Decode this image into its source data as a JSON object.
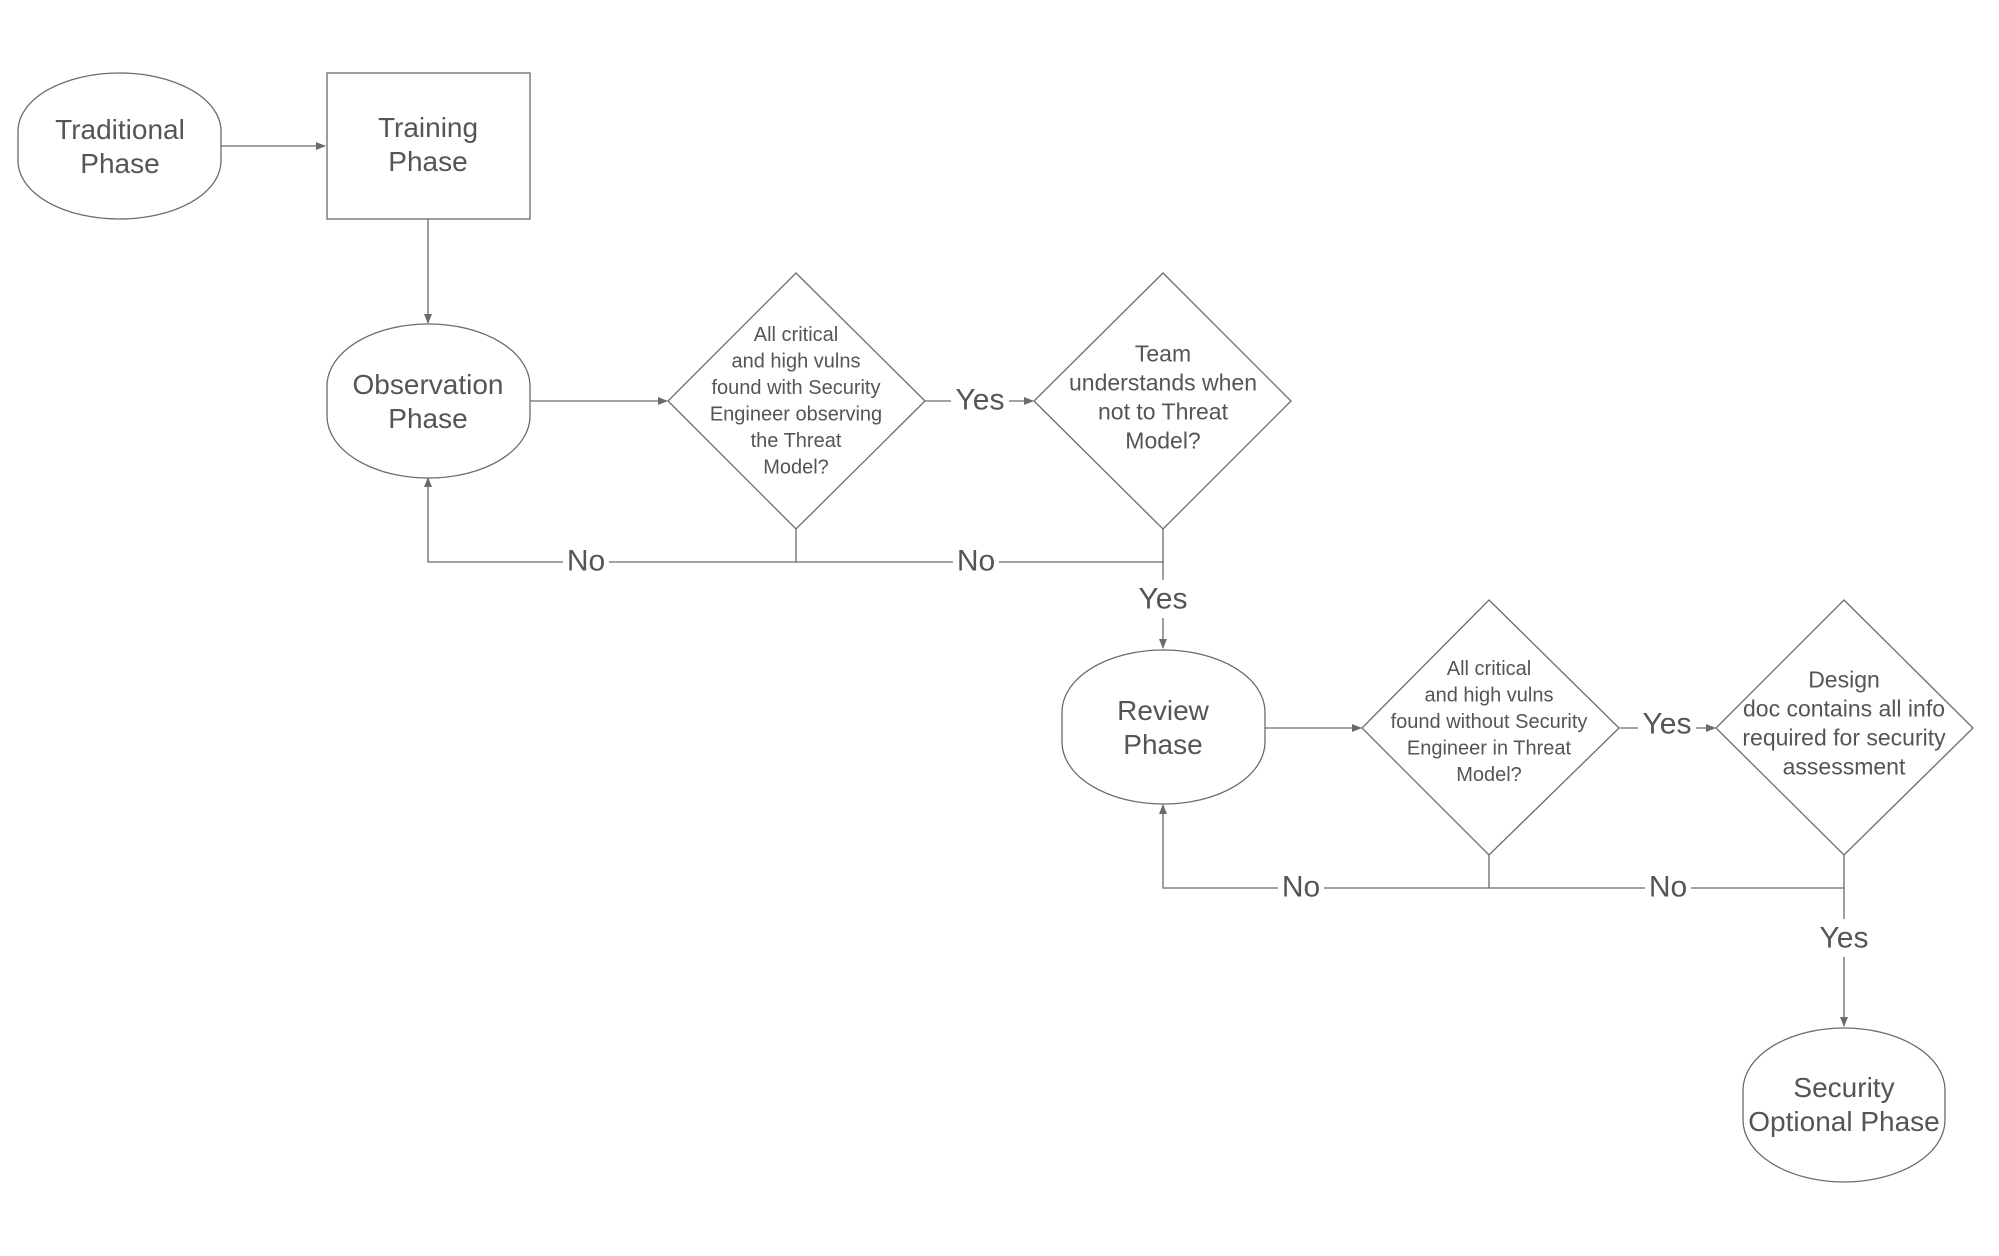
{
  "nodes": {
    "traditional": {
      "lines": [
        "Traditional",
        "Phase"
      ]
    },
    "training": {
      "lines": [
        "Training",
        "Phase"
      ]
    },
    "observation": {
      "lines": [
        "Observation",
        "Phase"
      ]
    },
    "decision_observe": {
      "lines": [
        "All critical",
        "and high vulns",
        "found with Security",
        "Engineer observing",
        "the Threat",
        "Model?"
      ]
    },
    "decision_team": {
      "lines": [
        "Team",
        "understands when",
        "not to Threat",
        "Model?"
      ]
    },
    "review": {
      "lines": [
        "Review",
        "Phase"
      ]
    },
    "decision_review": {
      "lines": [
        "All critical",
        "and high vulns",
        "found without Security",
        "Engineer in Threat",
        "Model?"
      ]
    },
    "decision_design": {
      "lines": [
        "Design",
        "doc contains all info",
        "required for security",
        "assessment"
      ]
    },
    "security_optional": {
      "lines": [
        "Security",
        "Optional Phase"
      ]
    }
  },
  "edge_labels": {
    "observe_yes": "Yes",
    "observe_no": "No",
    "team_no": "No",
    "team_yes": "Yes",
    "review_yes": "Yes",
    "review_no": "No",
    "design_no": "No",
    "design_yes": "Yes"
  },
  "colors": {
    "stroke": "#6b6b6b",
    "text": "#555555",
    "background": "#ffffff"
  }
}
